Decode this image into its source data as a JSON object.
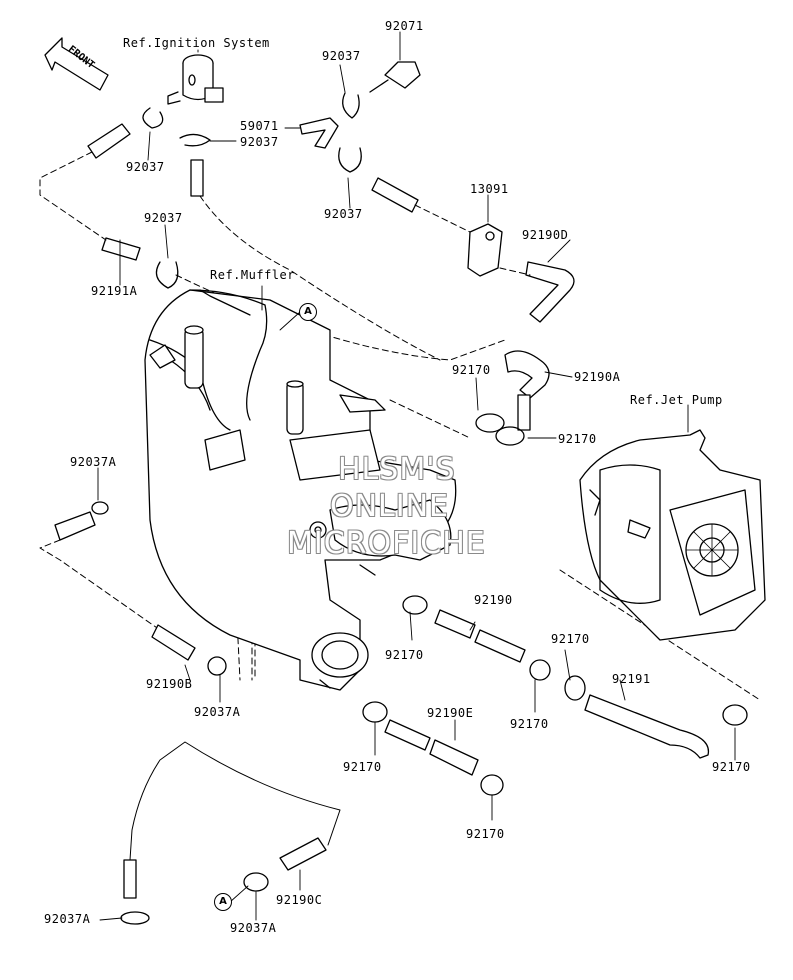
{
  "refs": {
    "ignition": "Ref.Ignition System",
    "muffler": "Ref.Muffler",
    "jet_pump": "Ref.Jet Pump"
  },
  "front_label": "FRONT",
  "callout": "A",
  "parts": {
    "p92071": "92071",
    "p92037_a": "92037",
    "p59071": "59071",
    "p92037_b": "92037",
    "p92037_c": "92037",
    "p92037_d": "92037",
    "p13091": "13091",
    "p92037_e": "92037",
    "p92190D": "92190D",
    "p92191A": "92191A",
    "p92170_a": "92170",
    "p92190A": "92190A",
    "p92170_b": "92170",
    "p92037A_a": "92037A",
    "p92190": "92190",
    "p92170_c": "92170",
    "p92170_d": "92170",
    "p92191": "92191",
    "p92190B": "92190B",
    "p92037A_b": "92037A",
    "p92170_e": "92170",
    "p92170_f": "92170",
    "p92190E": "92190E",
    "p92170_g": "92170",
    "p92170_h": "92170",
    "p92037A_c": "92037A",
    "p92037A_d": "92037A",
    "p92190C": "92190C"
  },
  "watermark": [
    "HLSM'S",
    "ONLINE",
    "MICROFICHE"
  ]
}
